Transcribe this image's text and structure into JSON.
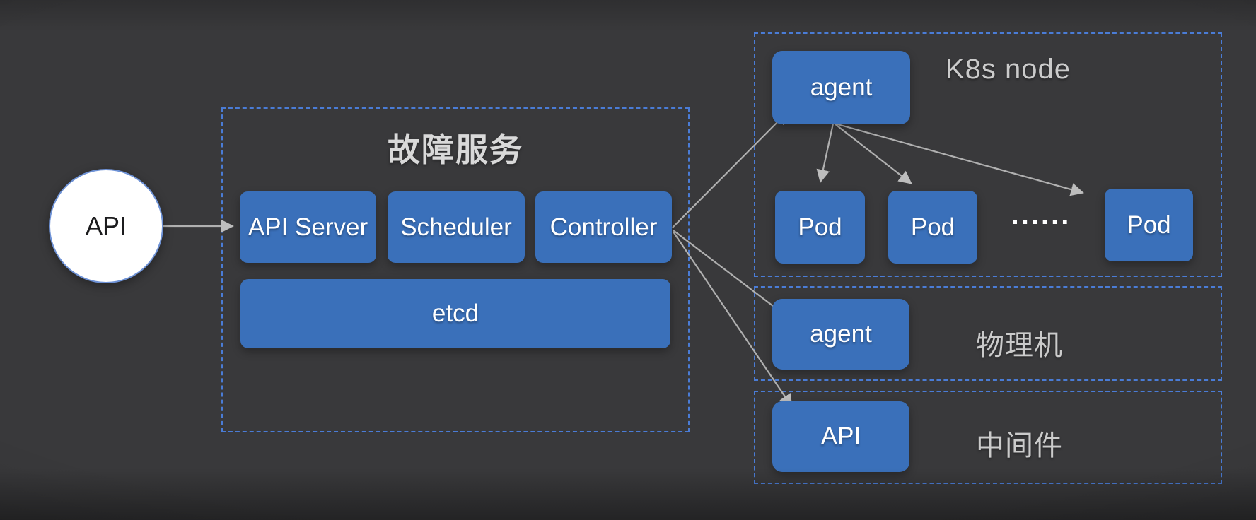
{
  "colors": {
    "background": "#39393b",
    "box_blue": "#3a70ba",
    "dashed_border_blue": "#4a7cd6",
    "arrow_gray": "#b3b3b3",
    "title_text": "#d9d9d9",
    "section_label_text": "#cbcbcb",
    "box_text": "#ffffff",
    "circle_fill": "#ffffff",
    "circle_text": "#1c1c1e"
  },
  "api_circle": {
    "label": "API"
  },
  "fault_service": {
    "title": "故障服务",
    "boxes": [
      "API Server",
      "Scheduler",
      "Controller"
    ],
    "etcd": "etcd"
  },
  "k8s_node": {
    "title": "K8s node",
    "agent_label": "agent",
    "pods": [
      "Pod",
      "Pod",
      "Pod"
    ],
    "ellipsis": "......"
  },
  "physical_machine": {
    "title": "物理机",
    "agent_label": "agent"
  },
  "middleware": {
    "title": "中间件",
    "api_label": "API"
  }
}
